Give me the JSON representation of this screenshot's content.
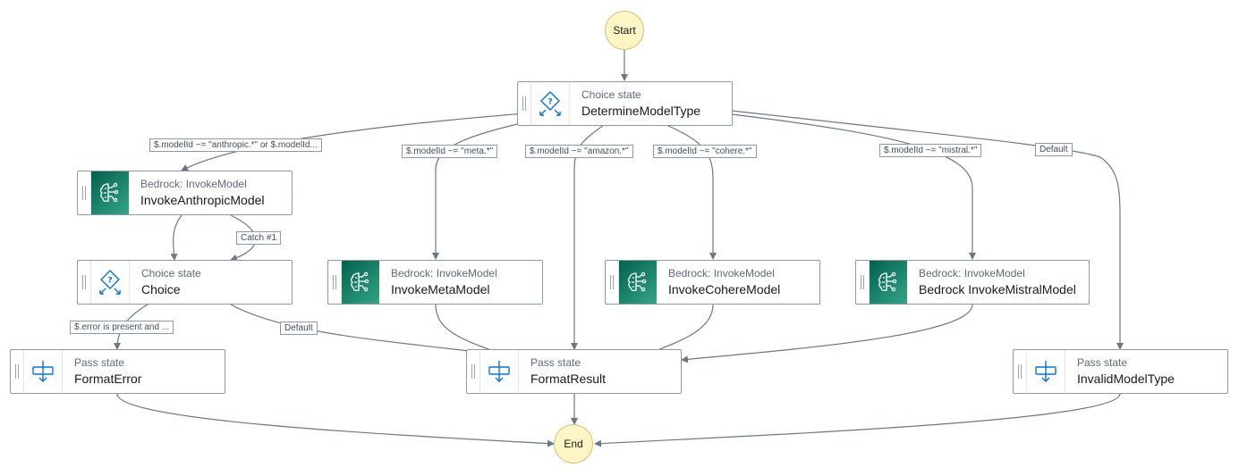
{
  "start_label": "Start",
  "end_label": "End",
  "nodes": {
    "determine": {
      "type": "Choice state",
      "name": "DetermineModelType"
    },
    "anthropic": {
      "type": "Bedrock: InvokeModel",
      "name": "InvokeAnthropicModel"
    },
    "choice": {
      "type": "Choice state",
      "name": "Choice"
    },
    "meta": {
      "type": "Bedrock: InvokeModel",
      "name": "InvokeMetaModel"
    },
    "cohere": {
      "type": "Bedrock: InvokeModel",
      "name": "InvokeCohereModel"
    },
    "mistral": {
      "type": "Bedrock: InvokeModel",
      "name": "Bedrock InvokeMistralModel"
    },
    "format_error": {
      "type": "Pass state",
      "name": "FormatError"
    },
    "format_result": {
      "type": "Pass state",
      "name": "FormatResult"
    },
    "invalid": {
      "type": "Pass state",
      "name": "InvalidModelType"
    }
  },
  "edge_labels": {
    "anthropic": "$.modelId ~= \"anthropic.*\" or $.modelId...",
    "meta": "$.modelId ~= \"meta.*\"",
    "amazon": "$.modelId ~= \"amazon.*\"",
    "cohere": "$.modelId ~= \"cohere.*\"",
    "mistral": "$.modelId ~= \"mistral.*\"",
    "default_top": "Default",
    "catch": "Catch #1",
    "error": "$.error is present and ...",
    "default_choice": "Default"
  },
  "colors": {
    "edge": "#6b7785",
    "terminal_fill": "#fdf5c3",
    "bedrock_icon": "#1f8a6f",
    "state_icon": "#0972d3"
  },
  "icons": {
    "choice": "choice-state-icon",
    "bedrock": "bedrock-brain-icon",
    "pass": "pass-state-icon"
  }
}
